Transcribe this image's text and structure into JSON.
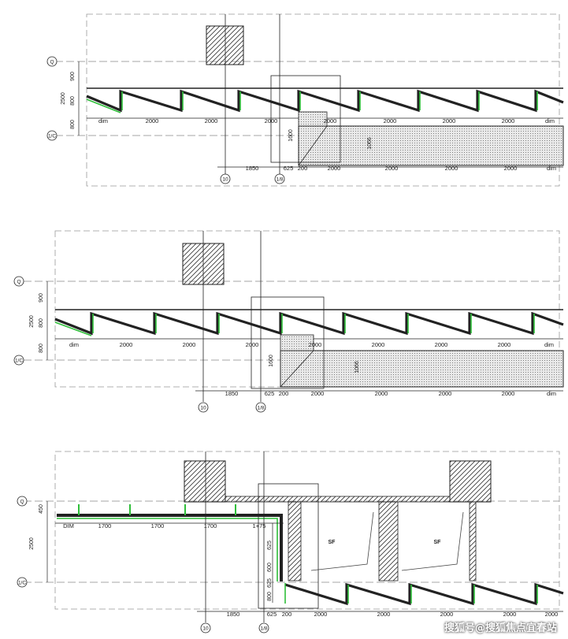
{
  "panels": [
    {
      "grid_top": "Q",
      "grid_bottom": "1/C",
      "vertical_dims": [
        "900",
        "800",
        "2500",
        "800"
      ],
      "top_dims": [
        "dim",
        "2000",
        "2000",
        "2000",
        "2000",
        "2000",
        "2000",
        "2000",
        "dim"
      ],
      "bottom_dims": [
        "1850",
        "625",
        "200",
        "2000",
        "2000",
        "2000",
        "2000",
        "dim"
      ],
      "core_vertical": "1600",
      "stair_vertical": "1066",
      "axis_left": "10",
      "axis_right": "1/8"
    },
    {
      "grid_top": "Q",
      "grid_bottom": "1/C",
      "vertical_dims": [
        "900",
        "800",
        "2500",
        "800"
      ],
      "top_dims": [
        "dim",
        "2000",
        "2000",
        "2000",
        "2000",
        "2000",
        "2000",
        "2000",
        "dim"
      ],
      "bottom_dims": [
        "1850",
        "625",
        "200",
        "2000",
        "2000",
        "2000",
        "2000",
        "dim"
      ],
      "core_vertical": "1600",
      "stair_vertical": "1066",
      "axis_left": "10",
      "axis_right": "1/8"
    },
    {
      "grid_top": "Q",
      "grid_bottom": "1/C",
      "vertical_dims": [
        "450",
        "2500"
      ],
      "top_dims": [
        "DIM",
        "1700",
        "1700",
        "1700",
        "1+75"
      ],
      "inner_vertical_dims": [
        "625",
        "600",
        "625",
        "800"
      ],
      "bottom_dims": [
        "1850",
        "625",
        "200",
        "2000",
        "2000",
        "2000",
        "2000",
        "2000"
      ],
      "room_labels": [
        "SF",
        "SF"
      ],
      "axis_left": "10",
      "axis_right": "1/8"
    }
  ],
  "watermark": "搜狐号@搜狐焦点宜春站",
  "colors": {
    "line": "#222222",
    "accent": "#2fbf3a",
    "hatch": "#333333",
    "dash": "#888888"
  }
}
